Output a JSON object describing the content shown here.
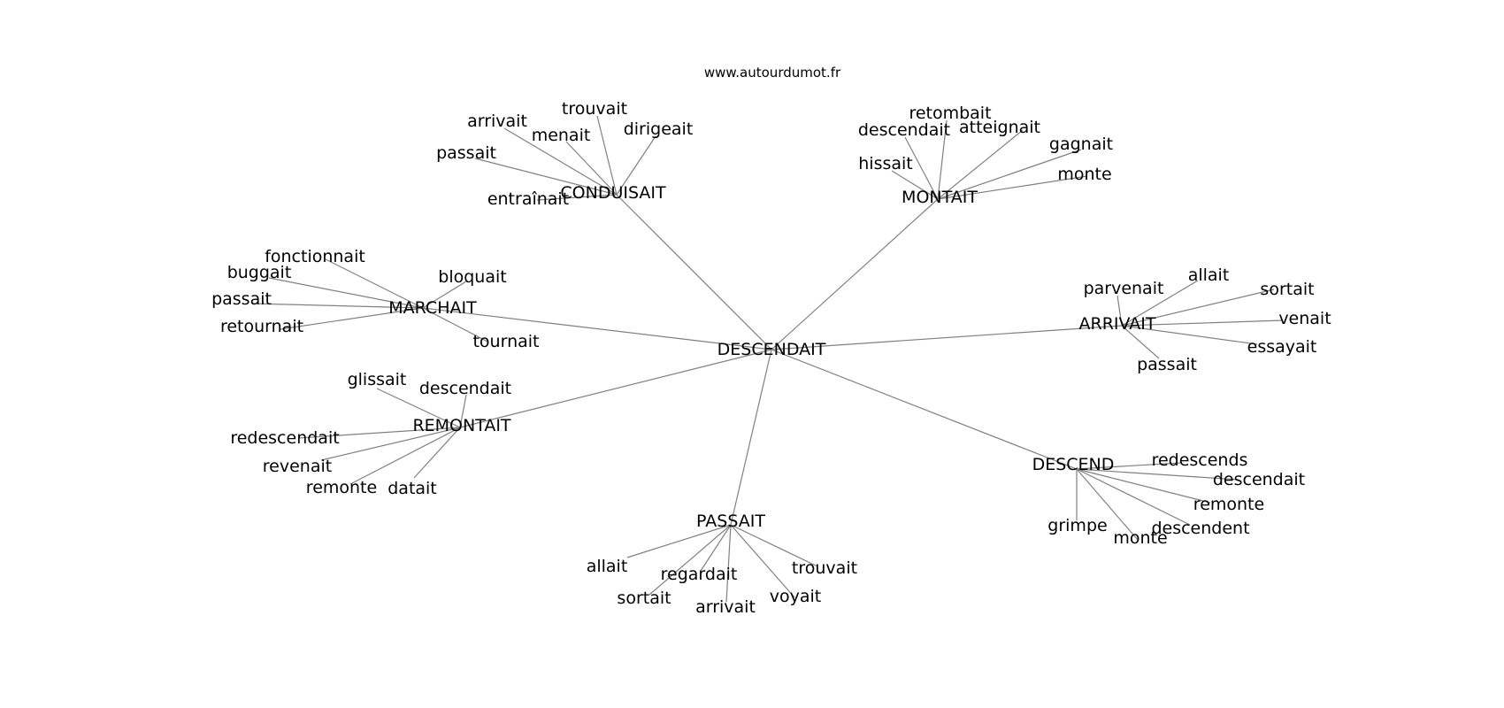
{
  "source_text": "www.autourdumot.fr",
  "center": "DESCENDAIT",
  "groups": [
    {
      "hub": "CONDUISAIT",
      "words": [
        "arrivait",
        "menait",
        "trouvait",
        "dirigeait",
        "passait",
        "entraînait"
      ]
    },
    {
      "hub": "MONTAIT",
      "words": [
        "retombait",
        "descendait",
        "atteignait",
        "gagnait",
        "hissait",
        "monte"
      ]
    },
    {
      "hub": "MARCHAIT",
      "words": [
        "fonctionnait",
        "buggait",
        "bloquait",
        "passait",
        "retournait",
        "tournait"
      ]
    },
    {
      "hub": "ARRIVAIT",
      "words": [
        "parvenait",
        "allait",
        "sortait",
        "venait",
        "essayait",
        "passait"
      ]
    },
    {
      "hub": "REMONTAIT",
      "words": [
        "glissait",
        "descendait",
        "redescendait",
        "revenait",
        "remonte",
        "datait"
      ]
    },
    {
      "hub": "DESCEND",
      "words": [
        "redescends",
        "descendait",
        "remonte",
        "descendent",
        "grimpe",
        "monte"
      ]
    },
    {
      "hub": "PASSAIT",
      "words": [
        "allait",
        "regardait",
        "trouvait",
        "sortait",
        "arrivait",
        "voyait"
      ]
    }
  ]
}
